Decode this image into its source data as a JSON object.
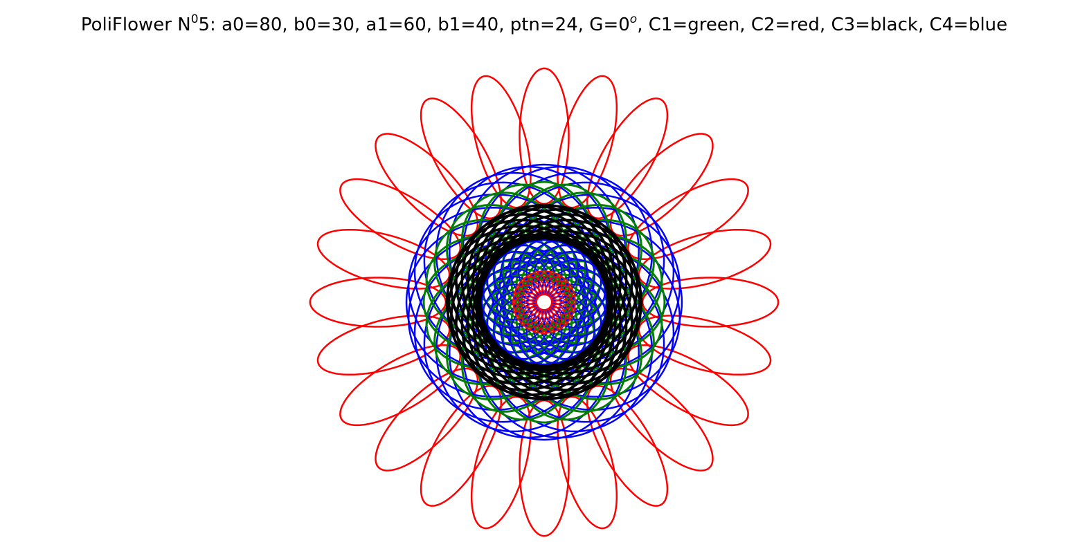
{
  "figure": {
    "title": {
      "prefix": "PoliFlower N",
      "superscript_0": "0",
      "number_and_params": "5: a0=80, b0=30, a1=60, b1=40, ptn=24, G=0",
      "superscript_o": "o",
      "colors_part": ", C1=green, C2=red, C3=black, C4=blue"
    },
    "params": {
      "a0": 80,
      "b0": 30,
      "a1": 60,
      "b1": 40,
      "ptn": 24,
      "G_degrees": 0
    },
    "colors": {
      "C1": "#008000",
      "C2": "#ff0000",
      "C3": "#000000",
      "C4": "#0000ff"
    },
    "background": "#ffffff",
    "axes_visible": false
  }
}
